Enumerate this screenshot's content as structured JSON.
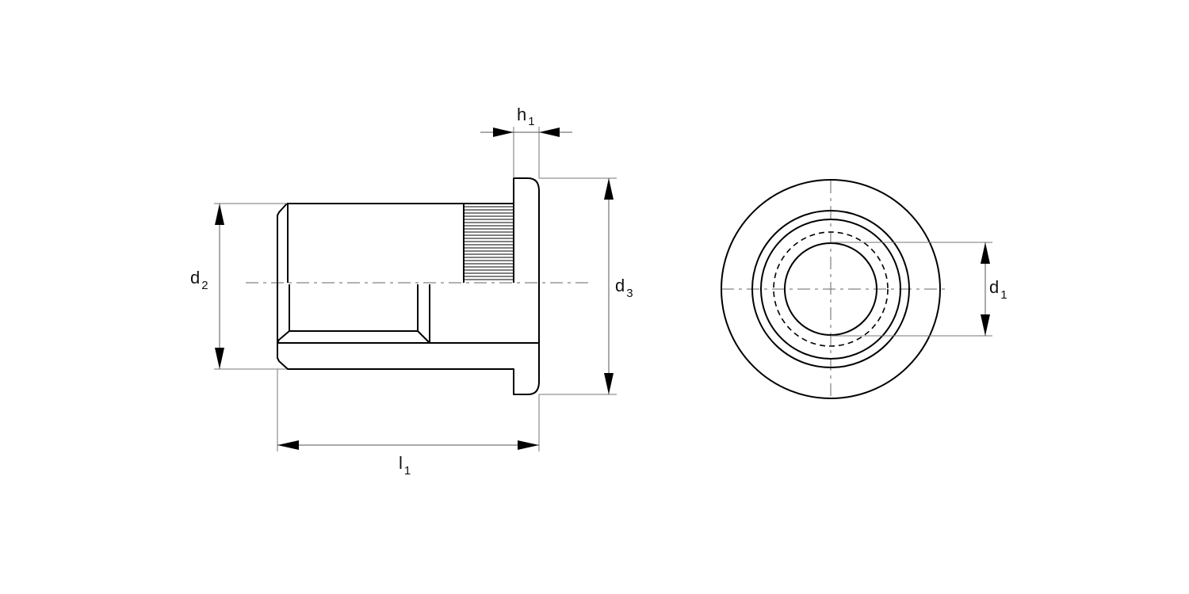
{
  "drawing": {
    "type": "technical drawing - blind rivet nut with flat flange (side section view and end view)",
    "colors": {
      "line": "#000000",
      "dimension_line": "#555555",
      "background": "#ffffff"
    },
    "dimensions": {
      "h1": {
        "symbol": "h",
        "subscript": "1",
        "meaning": "flange thickness"
      },
      "d3": {
        "symbol": "d",
        "subscript": "3",
        "meaning": "flange diameter"
      },
      "d2": {
        "symbol": "d",
        "subscript": "2",
        "meaning": "shank outer diameter"
      },
      "l1": {
        "symbol": "l",
        "subscript": "1",
        "meaning": "overall length"
      },
      "d1": {
        "symbol": "d",
        "subscript": "1",
        "meaning": "thread diameter"
      }
    },
    "views": {
      "side": {
        "name": "side view (half section)"
      },
      "end": {
        "name": "end view"
      }
    }
  }
}
